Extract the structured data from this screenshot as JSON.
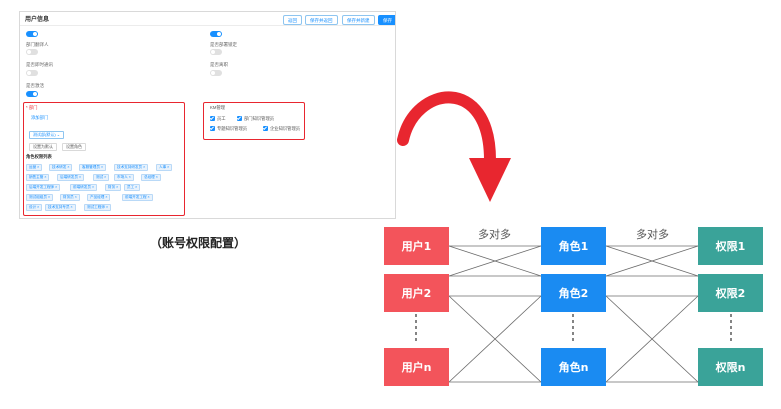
{
  "panel": {
    "title": "用户信息",
    "buttons": {
      "return": "返回",
      "save_continue": "保存并返回",
      "save_new": "保存并新建",
      "save": "保存"
    },
    "fields": {
      "top_left_toggle": "",
      "top_right_label": "",
      "dept_manager": "部门翻译人",
      "dept_lock": "是否部署锁定",
      "mail_notice": "是否即时通讯",
      "is_default": "是否离职",
      "enabled": "是否激活"
    },
    "dept": {
      "label": "* 部门",
      "add_dept": "添加部门",
      "dropdown": "测试部(默认) ⌄",
      "set_default": "设置为默认",
      "set_role": "设置角色",
      "perm_title": "角色权限列表",
      "tags": [
        "运营 ×",
        "技术研发 ×",
        "客服管理员 ×",
        "技术支持研发员 ×",
        "人事 ×",
        "销售主管 ×",
        "后端研发员 ×",
        "测试 ×",
        "市场人 ×",
        "总经理 ×",
        "后端开发工程师 ×",
        "前端研发员 ×",
        "财务 ×",
        "员工 ×",
        "测试组组员 ×",
        "财务员 ×",
        "产品经理 ×",
        "前端开发工程 ×",
        "设计 ×",
        "技术支持专员 ×",
        "测试工程师 ×"
      ]
    },
    "km": {
      "label": "KM管理",
      "items": [
        "员工",
        "部门知识管理员",
        "专题知识管理员",
        "企业知识管理员"
      ]
    }
  },
  "caption": "（账号权限配置）",
  "diagram": {
    "relation_labels": [
      "多对多",
      "多对多"
    ],
    "users": [
      "用户1",
      "用户2",
      "用户n"
    ],
    "roles": [
      "角色1",
      "角色2",
      "角色n"
    ],
    "permissions": [
      "权限1",
      "权限2",
      "权限n"
    ],
    "colors": {
      "user": "#f3545b",
      "role": "#1a8bf2",
      "permission": "#3aa399",
      "arrow": "#e8262f",
      "highlight_box": "#e8262f"
    }
  }
}
